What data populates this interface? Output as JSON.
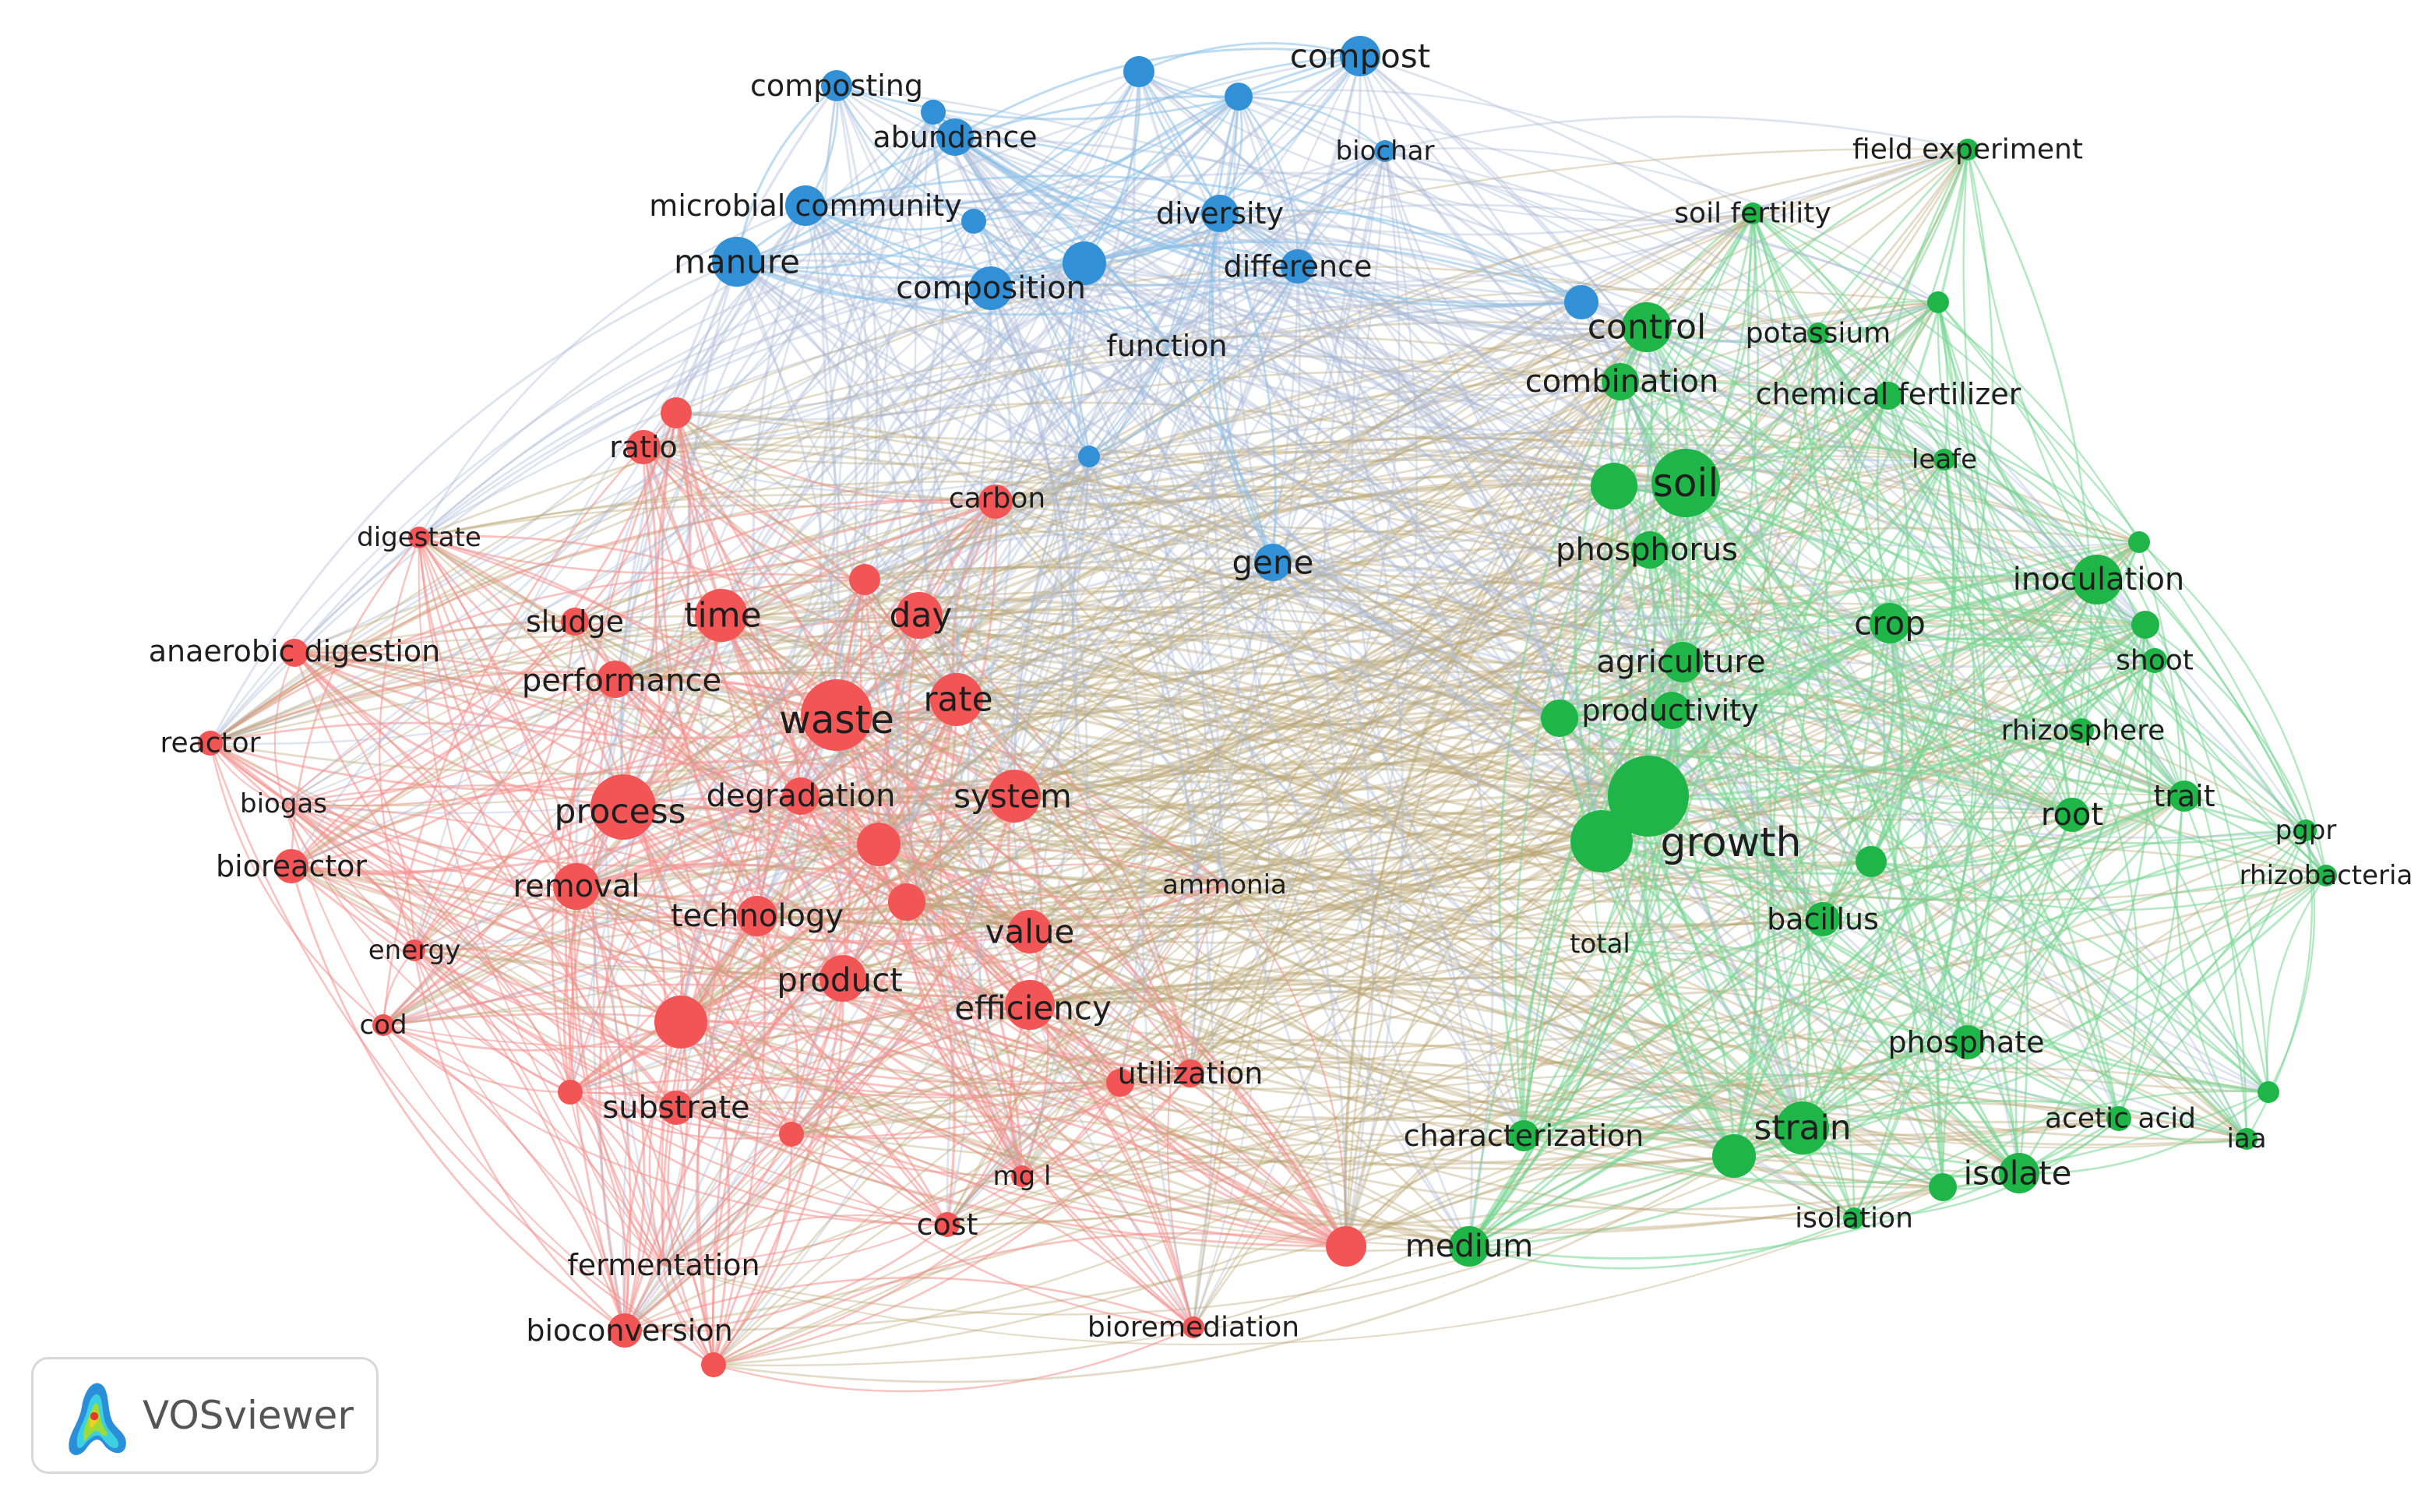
{
  "colors": {
    "red": "#f25555",
    "green": "#1fb548",
    "blue": "#3190d6",
    "edge_red": "#f4908c",
    "edge_green": "#74d592",
    "edge_blue": "#86bfe8",
    "edge_mixed": "#b9a36e"
  },
  "badge": {
    "label": "VOSviewer",
    "icon": "vosviewer-logo-icon"
  },
  "clusters": [
    {
      "color": "red",
      "terms": [
        "waste",
        "process",
        "day",
        "time",
        "rate",
        "system",
        "degradation",
        "value",
        "efficiency",
        "product",
        "technology",
        "removal",
        "performance",
        "sludge",
        "ratio",
        "carbon",
        "anaerobic digestion",
        "reactor",
        "biogas",
        "bioreactor",
        "energy",
        "cod",
        "digestate",
        "substrate",
        "utilization",
        "ammonia",
        "mg l",
        "cost",
        "fermentation",
        "bioconversion",
        "bioremediation"
      ]
    },
    {
      "color": "green",
      "terms": [
        "growth",
        "soil",
        "control",
        "combination",
        "phosphorus",
        "agriculture",
        "productivity",
        "crop",
        "inoculation",
        "strain",
        "medium",
        "isolate",
        "phosphate",
        "bacillus",
        "root",
        "trait",
        "pgpr",
        "rhizobacteria",
        "rhizosphere",
        "shoot",
        "leafe",
        "chemical fertilizer",
        "potassium",
        "soil fertility",
        "field experiment",
        "characterization",
        "isolation",
        "acetic acid",
        "iaa",
        "total"
      ]
    },
    {
      "color": "blue",
      "terms": [
        "compost",
        "composting",
        "abundance",
        "microbial community",
        "manure",
        "composition",
        "diversity",
        "difference",
        "biochar",
        "function",
        "gene"
      ]
    }
  ]
}
